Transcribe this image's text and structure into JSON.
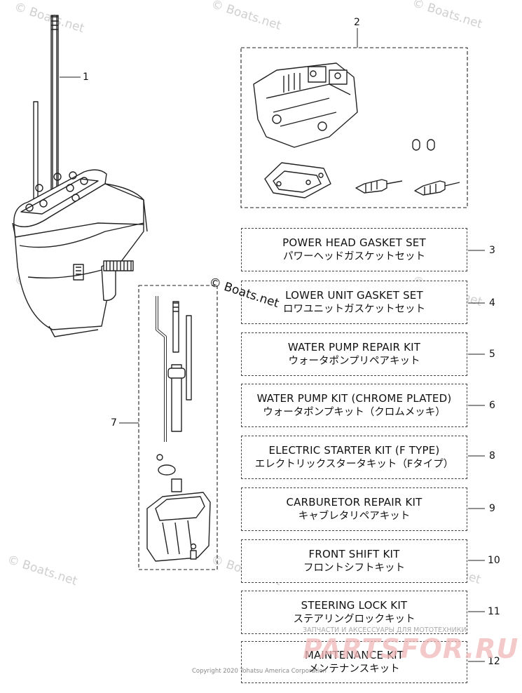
{
  "callouts": [
    "1",
    "2",
    "3",
    "4",
    "5",
    "6",
    "7",
    "8",
    "9",
    "10",
    "11",
    "12"
  ],
  "kits": [
    {
      "en": "POWER HEAD GASKET SET",
      "jp": "パワーヘッドガスケットセット",
      "num": "3"
    },
    {
      "en": "LOWER UNIT GASKET SET",
      "jp": "ロワユニットガスケットセット",
      "num": "4"
    },
    {
      "en": "WATER PUMP REPAIR KIT",
      "jp": "ウォータポンプリペアキット",
      "num": "5"
    },
    {
      "en": "WATER PUMP KIT (CHROME PLATED)",
      "jp": "ウォータポンプキット（クロムメッキ）",
      "num": "6"
    },
    {
      "en": "ELECTRIC STARTER KIT (F TYPE)",
      "jp": "エレクトリックスタータキット（Fタイプ）",
      "num": "8"
    },
    {
      "en": "CARBURETOR REPAIR KIT",
      "jp": "キャブレタリペアキット",
      "num": "9"
    },
    {
      "en": "FRONT SHIFT KIT",
      "jp": "フロントシフトキット",
      "num": "10"
    },
    {
      "en": "STEERING LOCK KIT",
      "jp": "ステアリングロックキット",
      "num": "11"
    },
    {
      "en": "MAINTENANCE KIT",
      "jp": "メンテナンスキット",
      "num": "12"
    }
  ],
  "watermark": "© Boats.net",
  "copyright": "Copyright 2020 Tohatsu America Corporation",
  "site_tagline": "ЗАПЧАСТИ И АКСЕССУАРЫ ДЛЯ МОТОТЕХНИКИ",
  "site_logo": "PARTSFOR.RU"
}
